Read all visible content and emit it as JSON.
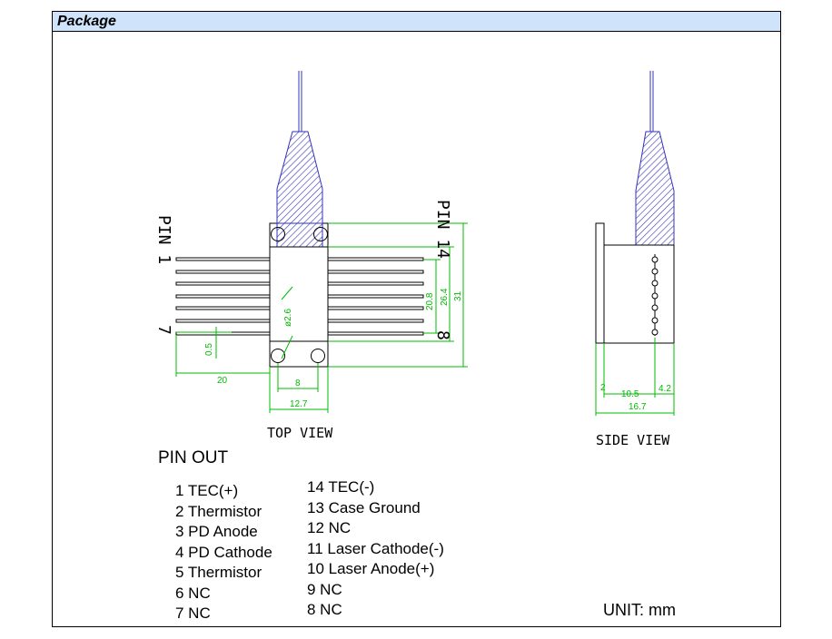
{
  "header": {
    "title": "Package"
  },
  "drawing": {
    "top_view_caption": "TOP VIEW",
    "side_view_caption": "SIDE VIEW",
    "pin1_label": "PIN 1",
    "pin7_label": "7",
    "pin14_label": "PIN 14",
    "pin8_label": "8",
    "dimensions": {
      "pin_pitch": "0.5",
      "pin_length": "20",
      "hole_spacing": "8",
      "body_width": "12.7",
      "hole_dia": "ø2.6",
      "d1": "20.8",
      "d2": "26.4",
      "d3": "31",
      "side_a": "2",
      "side_b": "10.5",
      "side_c": "4.2",
      "side_total": "16.7"
    }
  },
  "pinout": {
    "title": "PIN OUT",
    "left": [
      "1 TEC(+)",
      "2 Thermistor",
      "3 PD Anode",
      "4 PD Cathode",
      "5 Thermistor",
      "6 NC",
      "7 NC"
    ],
    "right": [
      "14 TEC(-)",
      "13 Case Ground",
      "12 NC",
      "11 Laser Cathode(-)",
      "10 Laser Anode(+)",
      "9 NC",
      "8 NC"
    ]
  },
  "unit": "UNIT: mm",
  "colors": {
    "header_bg": "#cfe3fb",
    "fiber": "#3333bb",
    "dimension": "#00bb00"
  }
}
